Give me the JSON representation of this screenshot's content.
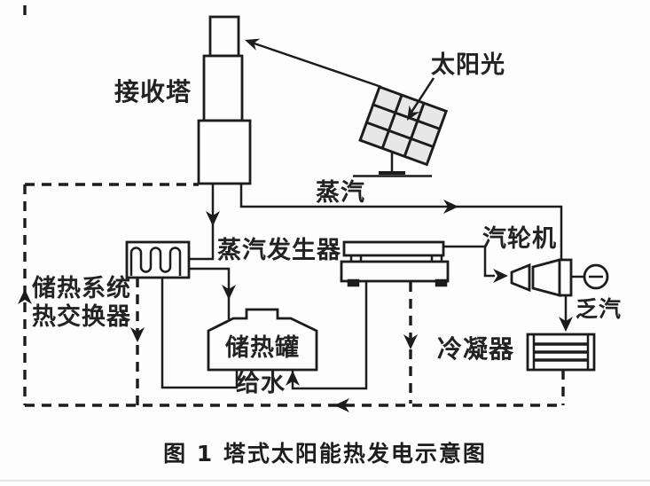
{
  "figure": {
    "labels": {
      "receiver_tower": "接收塔",
      "sunlight": "太阳光",
      "steam": "蒸汽",
      "steam_generator": "蒸汽发生器",
      "turbine": "汽轮机",
      "heat_storage_system_line1": "储热系统",
      "heat_storage_system_line2": "热交换器",
      "storage_tank": "储热罐",
      "feed_water": "给水",
      "exhaust_steam": "乏汽",
      "condenser": "冷凝器"
    },
    "caption": "图 1  塔式太阳能热发电示意图",
    "colors": {
      "line": "#1c1c1c",
      "panel_fill": "#e7e7e7",
      "background": "#fdfdfd"
    }
  }
}
